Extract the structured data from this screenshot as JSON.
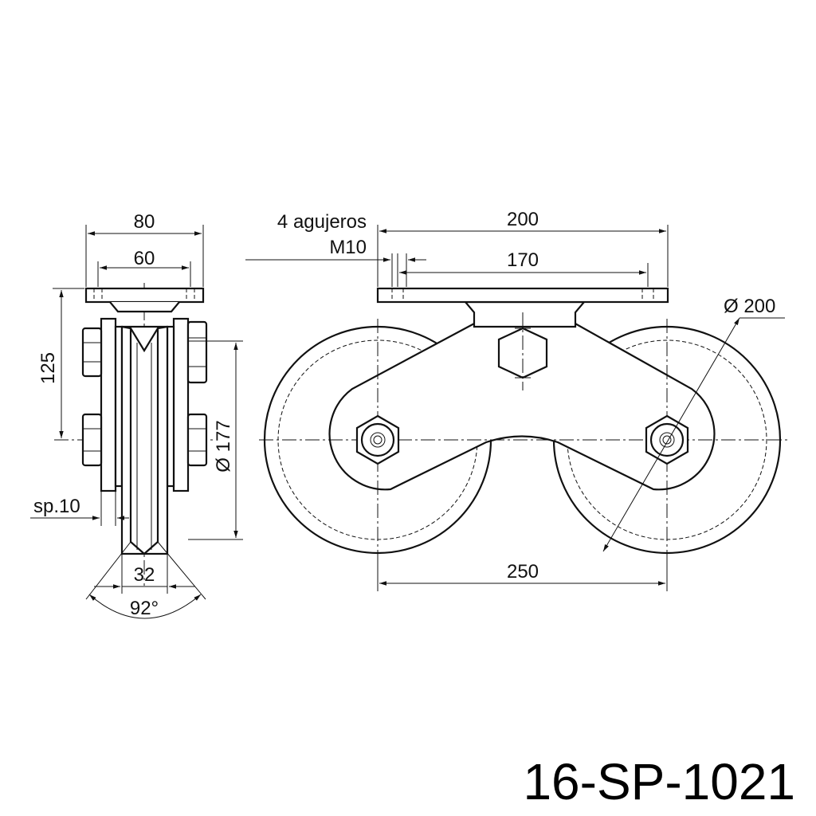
{
  "part_number": "16-SP-1021",
  "side_view": {
    "width_outer": "80",
    "width_holes": "60",
    "height": "125",
    "wheel_diameter": "Ø 177",
    "plate_thickness": "sp.10",
    "groove_width": "32",
    "groove_angle": "92°"
  },
  "front_view": {
    "holes_label": "4 agujeros",
    "thread": "M10",
    "length_outer": "200",
    "length_holes": "170",
    "wheel_diameter": "Ø 200",
    "axle_distance": "250"
  },
  "colors": {
    "line": "#111111",
    "background": "#ffffff"
  }
}
